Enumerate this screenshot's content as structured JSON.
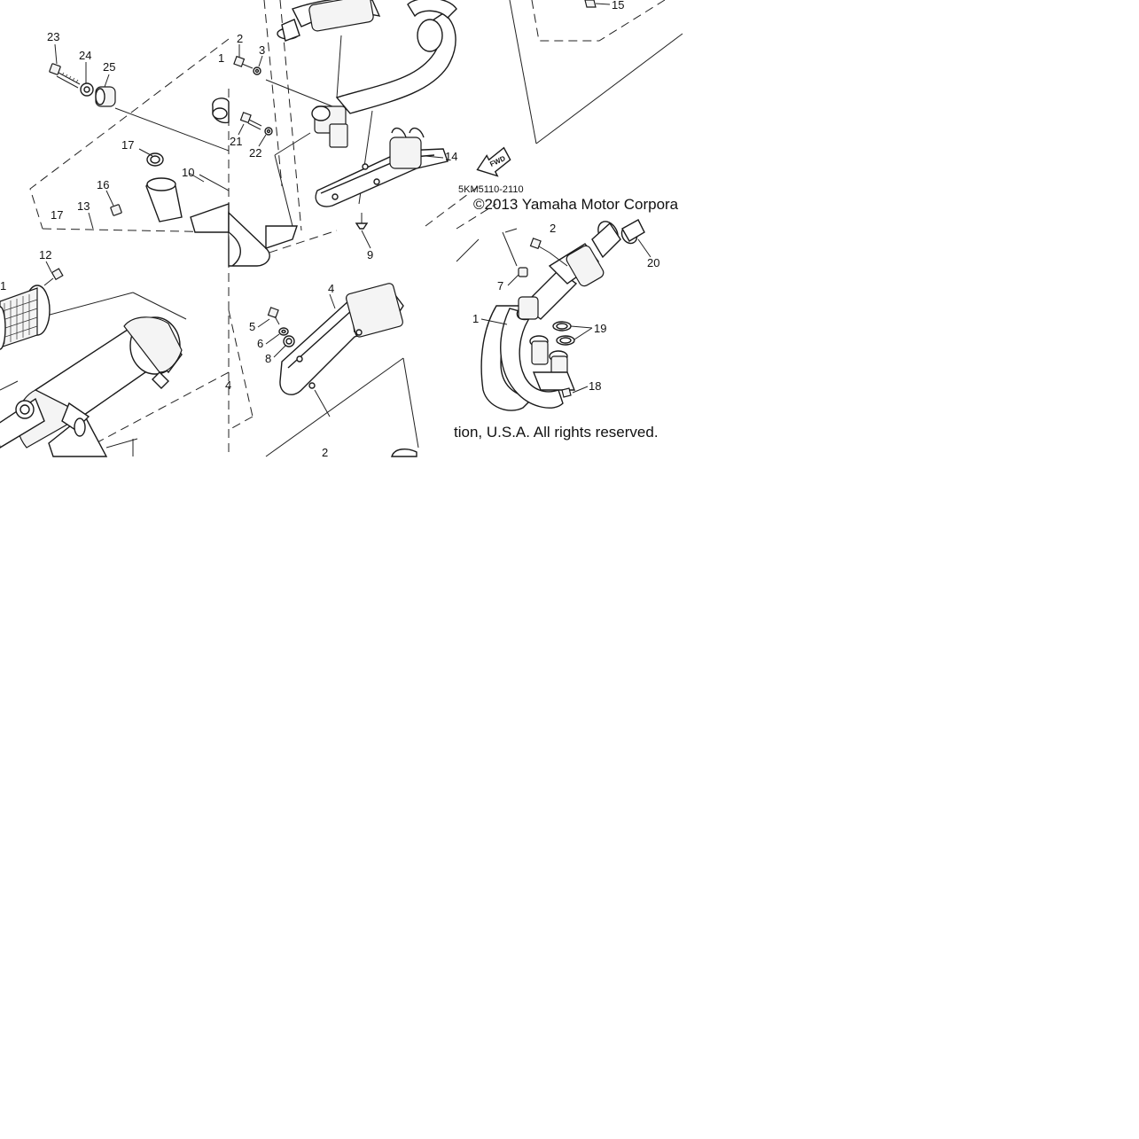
{
  "diagram": {
    "part_code": "5KM5110-2110",
    "copyright_line1": "©2013 Yamaha Motor Corpora",
    "copyright_line2": "tion, U.S.A. All rights reserved.",
    "fwd_label": "FWD",
    "callouts": {
      "c23": "23",
      "c24": "24",
      "c25": "25",
      "c2a": "2",
      "c3": "3",
      "c11": "1",
      "c17a": "17",
      "c21": "21",
      "c22": "22",
      "c10": "10",
      "c16": "16",
      "c17b": "17",
      "c13": "13",
      "c12": "12",
      "c1a": "1",
      "c14": "14",
      "c15": "15",
      "c9": "9",
      "c4": "4",
      "c5": "5",
      "c6": "6",
      "c8": "8",
      "c4b": "4",
      "c2b": "2",
      "c7": "7",
      "c2c": "2",
      "c20": "20",
      "c1b": "1",
      "c19": "19",
      "c18": "18"
    }
  }
}
